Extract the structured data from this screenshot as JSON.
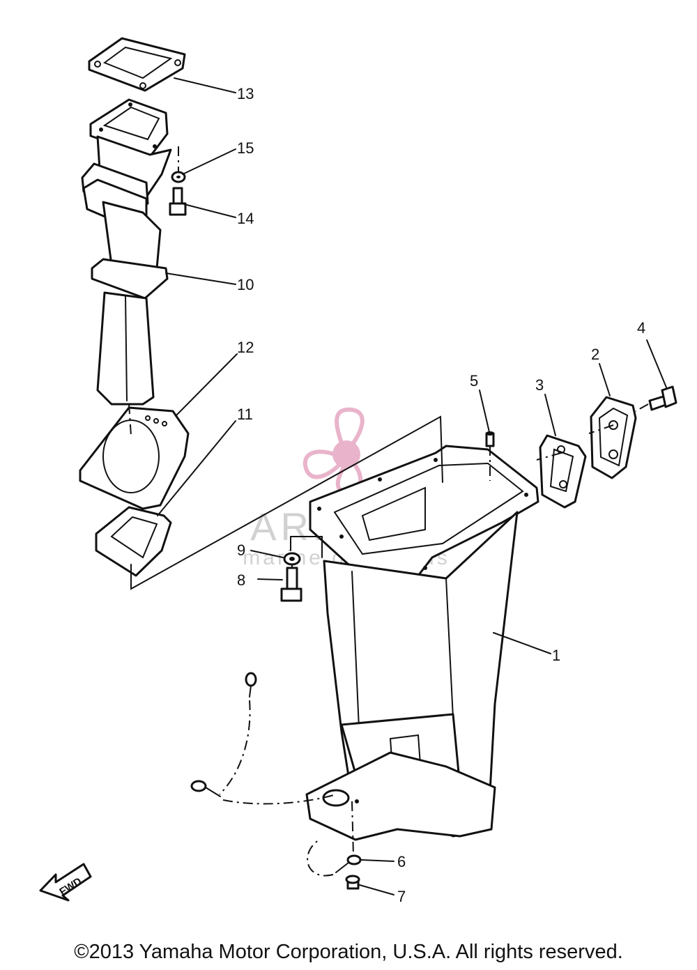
{
  "watermark": {
    "brand": "ARMADA",
    "tagline": "marine outboards",
    "logo_color": "#e6a7c3",
    "text_color": "#c9c9c9"
  },
  "callouts": {
    "c1": "1",
    "c2": "2",
    "c3": "3",
    "c4": "4",
    "c5": "5",
    "c6": "6",
    "c7": "7",
    "c8": "8",
    "c9": "9",
    "c10": "10",
    "c11": "11",
    "c12": "12",
    "c13": "13",
    "c14": "14",
    "c15": "15"
  },
  "direction_label": "FWD",
  "copyright": "©2013 Yamaha Motor Corporation, U.S.A. All rights reserved."
}
